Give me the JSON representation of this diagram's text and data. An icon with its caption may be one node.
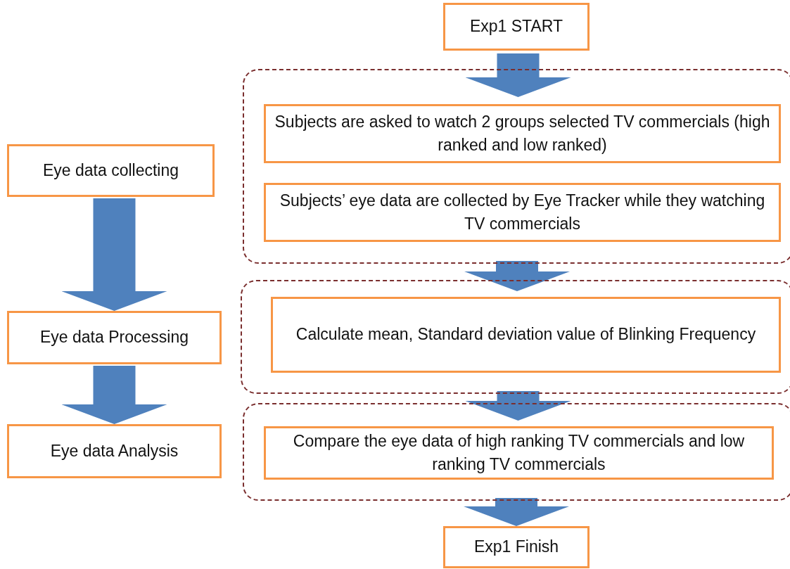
{
  "diagram": {
    "nodes": [
      {
        "text": [
          "Exp1 START"
        ]
      },
      {
        "text": [],
        "shape": "box"
      },
      {
        "text": [
          "Subjects are asked to watch 2 groups selected TV commercials (high ranked and low ranked)"
        ],
        "in": 1
      },
      {
        "text": [
          "Subjects’ eye data are collected by Eye Tracker while they watching TV commercials"
        ],
        "in": 1
      },
      {
        "text": [],
        "shape": "box"
      },
      {
        "text": [
          "Calculate mean, Standard deviation value of Blinking Frequency"
        ],
        "in": 4
      },
      {
        "text": [],
        "shape": "box"
      },
      {
        "text": [
          "Compare the eye data of high ranking TV commercials and low ranking TV commercials"
        ],
        "in": 6
      },
      {
        "text": [
          "Exp1 Finish"
        ]
      },
      {
        "text": [
          "Eye data collecting"
        ]
      },
      {
        "text": [
          "Eye data Processing"
        ]
      },
      {
        "text": [
          "Eye data Analysis"
        ]
      }
    ],
    "edges": [
      {
        "from": 0,
        "to": 1,
        "arrow": "to"
      },
      {
        "from": 1,
        "to": 4,
        "arrow": "to"
      },
      {
        "from": 4,
        "to": 6,
        "arrow": "to"
      },
      {
        "from": 6,
        "to": 8,
        "arrow": "to"
      },
      {
        "from": 9,
        "to": 10,
        "arrow": "to"
      },
      {
        "from": 10,
        "to": 11,
        "arrow": "to"
      }
    ]
  }
}
